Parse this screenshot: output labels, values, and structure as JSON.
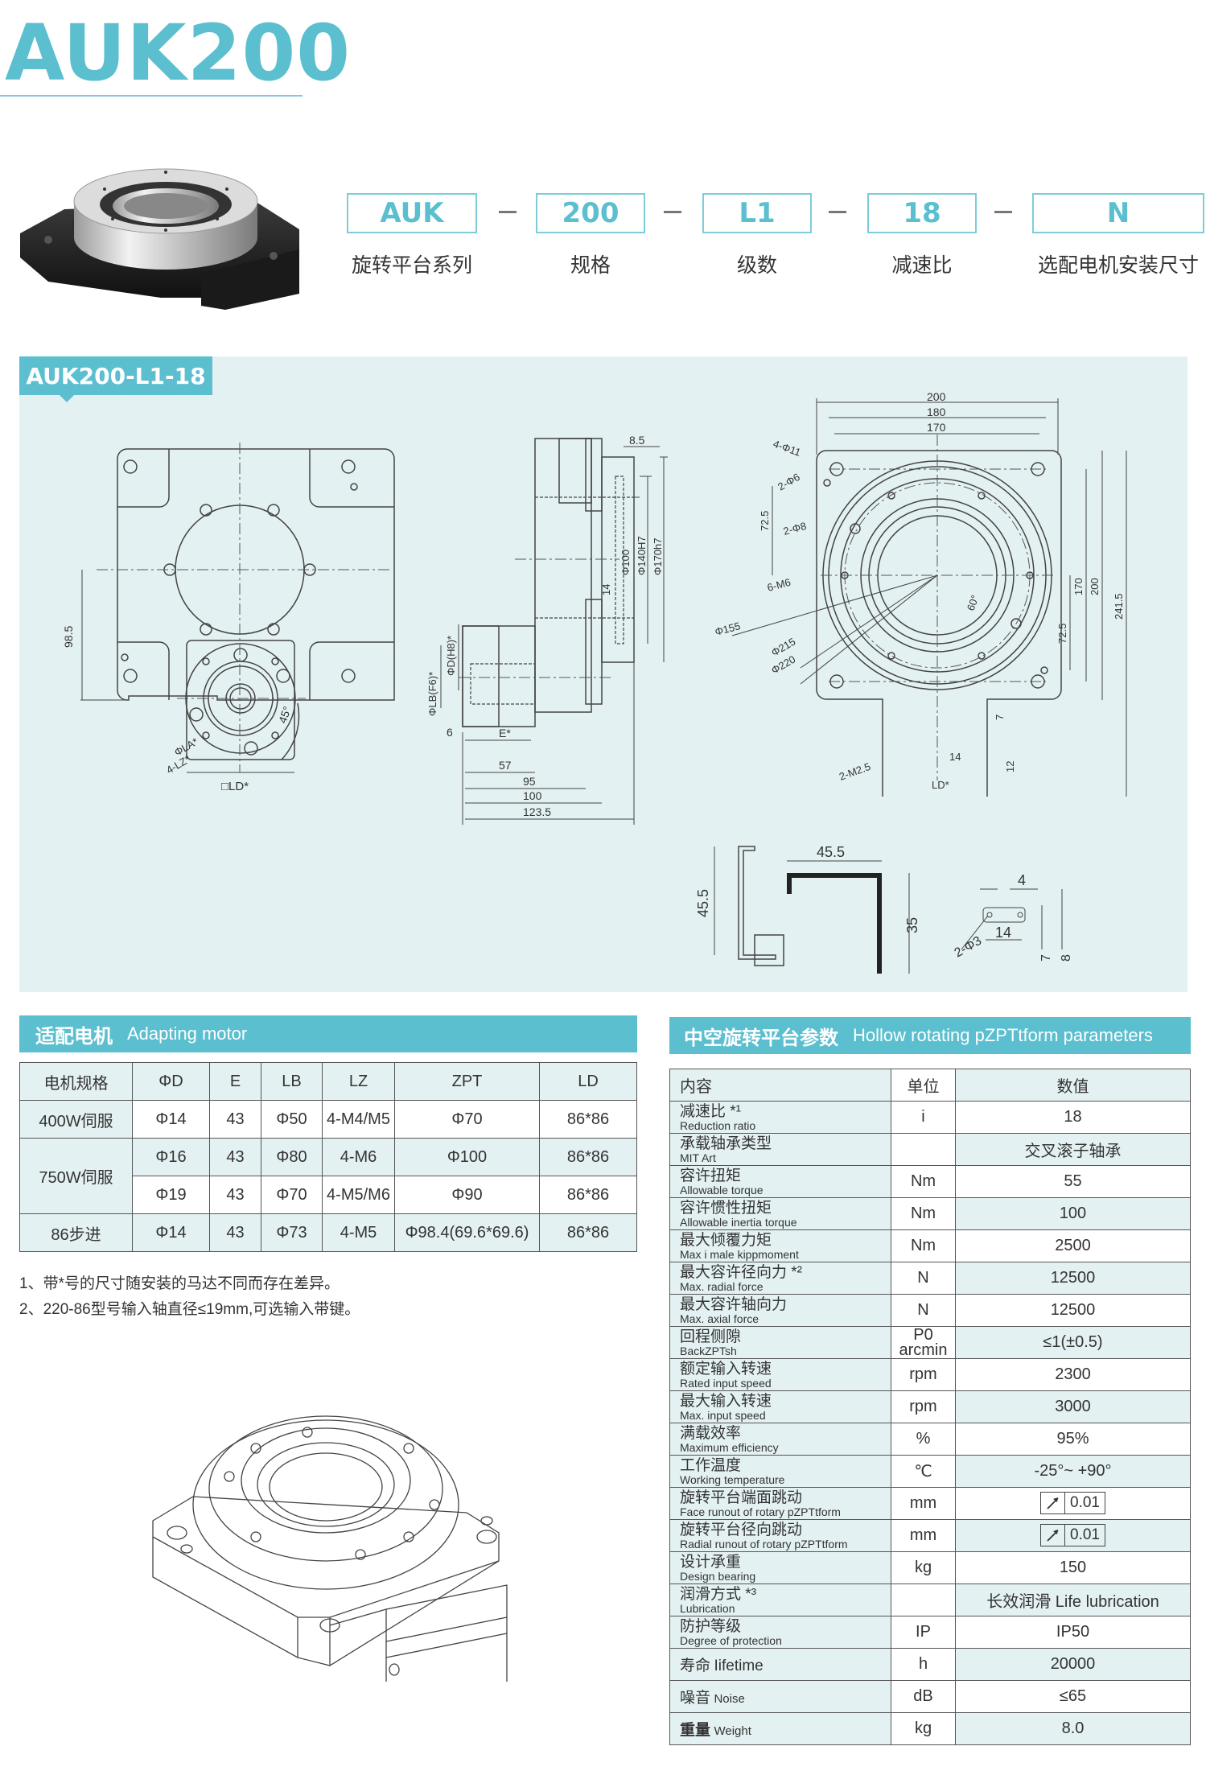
{
  "header": {
    "title": "AUK200"
  },
  "model_code": {
    "segments": [
      {
        "code": "AUK",
        "label": "旋转平台系列"
      },
      {
        "code": "200",
        "label": "规格"
      },
      {
        "code": "L1",
        "label": "级数"
      },
      {
        "code": "18",
        "label": "减速比"
      },
      {
        "code": "N",
        "label": "选配电机安装尺寸"
      }
    ]
  },
  "drawing": {
    "tag": "AUK200-L1-18",
    "front_view": {
      "dims": [
        "98.5",
        "ΦLA*",
        "4-LZ*",
        "45°",
        "□LD*"
      ]
    },
    "side_view": {
      "dims": [
        "8.5",
        "Φ100",
        "Φ140H7",
        "Φ170h7",
        "14",
        "ΦD(H8)*",
        "ΦLB(F6)*",
        "6",
        "E*",
        "57",
        "95",
        "100",
        "123.5"
      ]
    },
    "top_view": {
      "dims": [
        "200",
        "180",
        "170",
        "4-Φ11",
        "2-Φ6",
        "72.5",
        "2-Φ8",
        "6-M6",
        "Φ155",
        "Φ215",
        "Φ220",
        "60°",
        "170",
        "200",
        "241.5",
        "72.5",
        "7",
        "14",
        "12",
        "2-M2.5",
        "LD*"
      ]
    },
    "bracket": {
      "dims": [
        "45.5",
        "45.5",
        "35",
        "4",
        "2-Φ3",
        "14",
        "7",
        "8"
      ]
    }
  },
  "motor_section": {
    "title_cn": "适配电机",
    "title_en": "Adapting motor",
    "headers": [
      "电机规格",
      "ΦD",
      "E",
      "LB",
      "LZ",
      "ZPT",
      "LD"
    ],
    "rows": [
      {
        "spec": "400W伺服",
        "d": "Φ14",
        "e": "43",
        "lb": "Φ50",
        "lz": "4-M4/M5",
        "zpt": "Φ70",
        "ld": "86*86"
      },
      {
        "spec": "750W伺服",
        "d": "Φ16",
        "e": "43",
        "lb": "Φ80",
        "lz": "4-M6",
        "zpt": "Φ100",
        "ld": "86*86"
      },
      {
        "spec": "",
        "d": "Φ19",
        "e": "43",
        "lb": "Φ70",
        "lz": "4-M5/M6",
        "zpt": "Φ90",
        "ld": "86*86"
      },
      {
        "spec": "86步进",
        "d": "Φ14",
        "e": "43",
        "lb": "Φ73",
        "lz": "4-M5",
        "zpt": "Φ98.4(69.6*69.6)",
        "ld": "86*86"
      }
    ],
    "notes": [
      "1、带*号的尺寸随安装的马达不同而存在差异。",
      "2、220-86型号输入轴直径≤19mm,可选输入带键。"
    ]
  },
  "param_section": {
    "title_cn": "中空旋转平台参数",
    "title_en": "Hollow rotating pZPTtform parameters",
    "headers": [
      "内容",
      "单位",
      "数值"
    ],
    "rows": [
      {
        "cn": "减速比 *¹",
        "en": "Reduction ratio",
        "unit": "i",
        "value": "18"
      },
      {
        "cn": "承载轴承类型",
        "en": "MIT Art",
        "unit": "",
        "value": "交叉滚子轴承"
      },
      {
        "cn": "容许扭矩",
        "en": "Allowable torque",
        "unit": "Nm",
        "value": "55"
      },
      {
        "cn": "容许惯性扭矩",
        "en": "Allowable inertia torque",
        "unit": "Nm",
        "value": "100"
      },
      {
        "cn": "最大倾覆力矩",
        "en": "Max i male kippmoment",
        "unit": "Nm",
        "value": "2500"
      },
      {
        "cn": "最大容许径向力 *²",
        "en": "Max. radial force",
        "unit": "N",
        "value": "12500"
      },
      {
        "cn": "最大容许轴向力",
        "en": "Max. axial force",
        "unit": "N",
        "value": "12500"
      },
      {
        "cn": "回程侧隙",
        "en": "BackZPTsh",
        "unit": "P0",
        "unit2": "arcmin",
        "value": "≤1(±0.5)"
      },
      {
        "cn": "额定输入转速",
        "en": "Rated input speed",
        "unit": "rpm",
        "value": "2300"
      },
      {
        "cn": "最大输入转速",
        "en": "Max. input speed",
        "unit": "rpm",
        "value": "3000"
      },
      {
        "cn": "满载效率",
        "en": "Maximum efficiency",
        "unit": "%",
        "value": "95%"
      },
      {
        "cn": "工作温度",
        "en": "Working temperature",
        "unit": "℃",
        "value": "-25°~ +90°"
      },
      {
        "cn": "旋转平台端面跳动",
        "en": "Face runout of rotary pZPTtform",
        "unit": "mm",
        "value": "0.01"
      },
      {
        "cn": "旋转平台径向跳动",
        "en": "Radial runout of rotary pZPTtform",
        "unit": "mm",
        "value": "0.01"
      },
      {
        "cn": "设计承重",
        "en": "Design bearing",
        "unit": "kg",
        "value": "150"
      },
      {
        "cn": "润滑方式 *³",
        "en": "Lubrication",
        "unit": "",
        "value": "长效润滑 Life lubrication"
      },
      {
        "cn": "防护等级",
        "en": "Degree of protection",
        "unit": "IP",
        "value": "IP50"
      },
      {
        "cn": "寿命",
        "en": "Iifetime",
        "unit": "h",
        "value": "20000"
      },
      {
        "cn": "噪音",
        "en": "Noise",
        "unit": "dB",
        "value": "≤65"
      },
      {
        "cn": "重量",
        "en": "Weight",
        "unit": "kg",
        "value": "8.0"
      }
    ]
  },
  "colors": {
    "accent": "#5bbfcf",
    "panel_bg": "#e4f1f2",
    "line": "#555555"
  }
}
